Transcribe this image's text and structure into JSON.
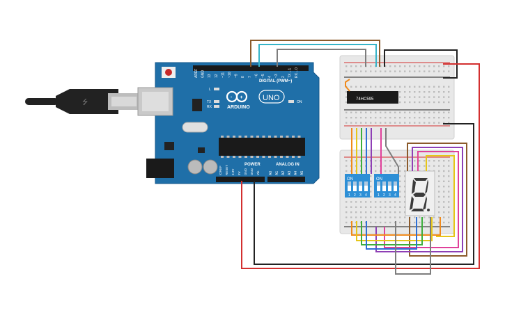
{
  "arduino": {
    "brand": "ARDUINO",
    "model": "UNO",
    "header_digital": "DIGITAL (PWM~)",
    "header_power": "POWER",
    "header_analog": "ANALOG IN",
    "on_label": "ON",
    "led_l": "L",
    "led_tx": "TX",
    "led_rx": "RX",
    "digital_pins": [
      "AREF",
      "GND",
      "13",
      "12",
      "~11",
      "~10",
      "~9",
      "8",
      "7",
      "~6",
      "~5",
      "4",
      "~3",
      "2",
      "TX→1",
      "RX←0"
    ],
    "power_pins": [
      "IOREF",
      "RESET",
      "3.3V",
      "5V",
      "GND",
      "GND",
      "Vin"
    ],
    "analog_pins": [
      "A0",
      "A1",
      "A2",
      "A3",
      "A4",
      "A5"
    ]
  },
  "chip": {
    "label": "74HC595"
  },
  "dip_switches": [
    {
      "on_label": "ON",
      "numbers": [
        "1",
        "2",
        "3",
        "4"
      ]
    },
    {
      "on_label": "ON",
      "numbers": [
        "1",
        "2",
        "3",
        "4"
      ]
    }
  ],
  "seven_segment": {
    "digit": "8",
    "segment_color": "#3a3a3a"
  },
  "colors": {
    "board_blue": "#1f6fa8",
    "breadboard": "#e8e8e8",
    "wire_red": "#d32f2f",
    "wire_black": "#222222",
    "wire_brown": "#8b5a2b",
    "wire_cyan": "#36b4c8",
    "wire_gray": "#7d7d7d",
    "wire_orange": "#f08a1c",
    "wire_yellow": "#e6c619",
    "wire_green": "#3cae3c",
    "wire_blue": "#2d6fd6",
    "wire_purple": "#8e3fb5",
    "wire_pink": "#e0409a"
  }
}
